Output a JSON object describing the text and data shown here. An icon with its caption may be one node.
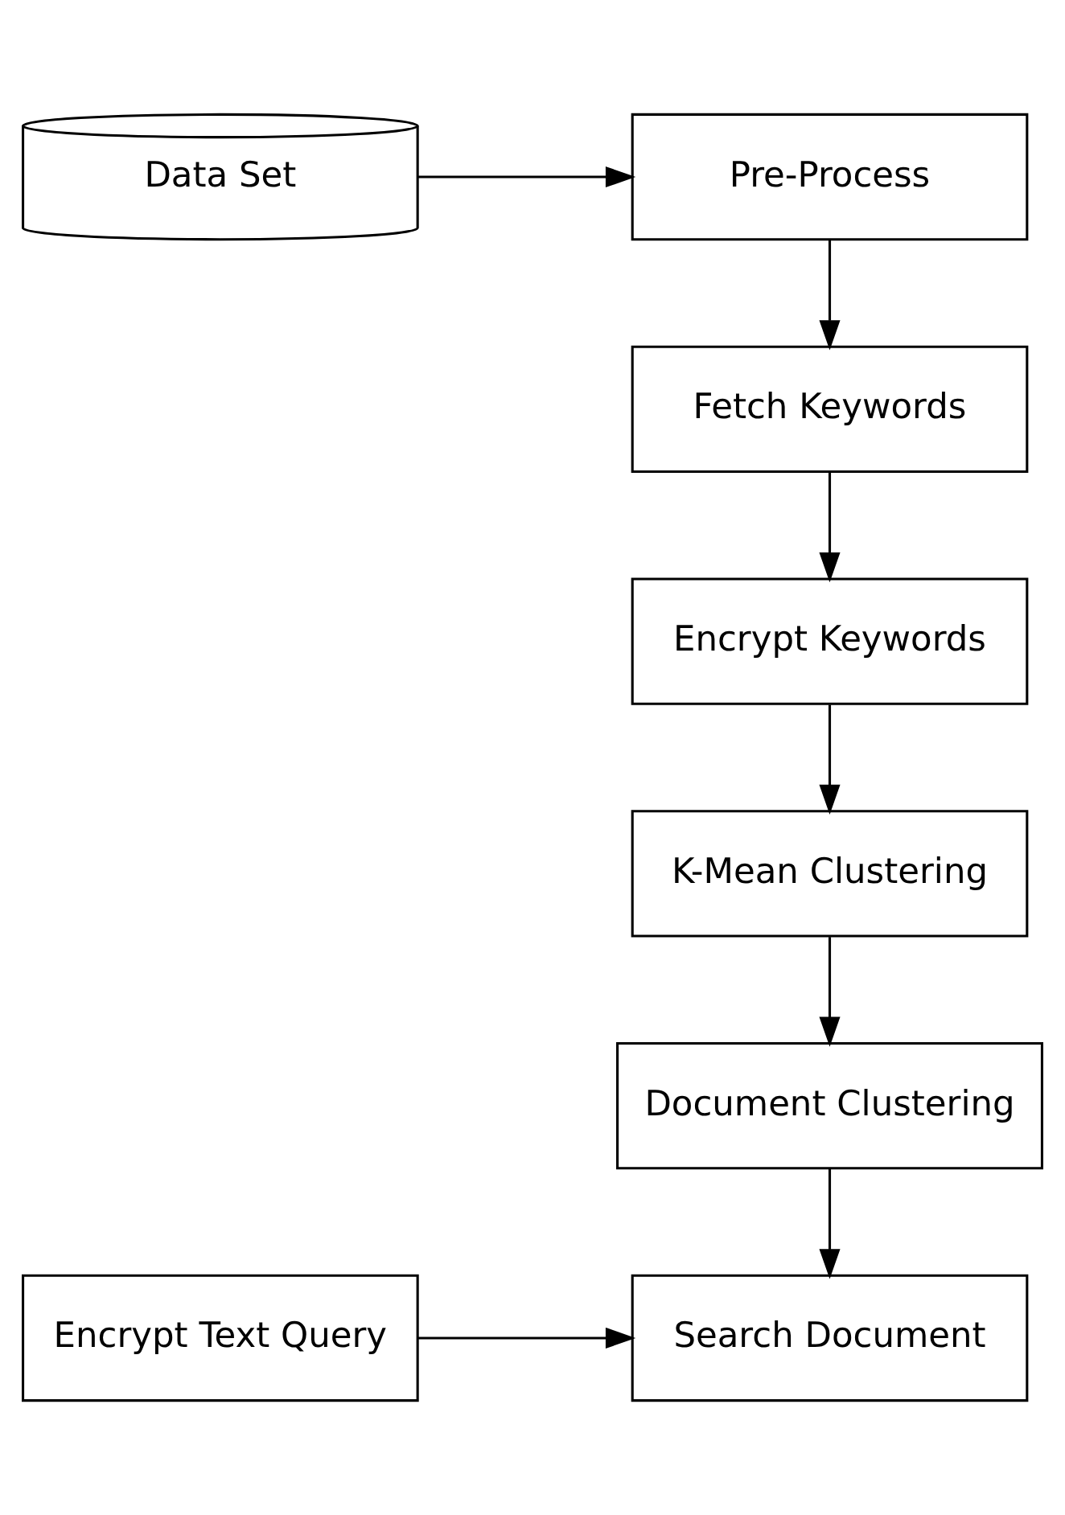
{
  "diagram": {
    "nodes": [
      {
        "text": [
          "Data Set"
        ]
      },
      {
        "text": [
          "Pre-Process"
        ]
      },
      {
        "text": [
          "Fetch Keywords"
        ]
      },
      {
        "text": [
          "Encrypt Keywords"
        ]
      },
      {
        "text": [
          "K-Mean Clustering"
        ]
      },
      {
        "text": [
          "Document Clustering"
        ]
      },
      {
        "text": [
          "Encrypt Text Query"
        ]
      },
      {
        "text": [
          "Search Document"
        ]
      }
    ],
    "edges": [
      {
        "from": 0,
        "to": 1,
        "arrow": "to"
      },
      {
        "from": 1,
        "to": 2,
        "arrow": "to"
      },
      {
        "from": 2,
        "to": 3,
        "arrow": "to"
      },
      {
        "from": 3,
        "to": 4,
        "arrow": "to"
      },
      {
        "from": 4,
        "to": 5,
        "arrow": "to"
      },
      {
        "from": 5,
        "to": 7,
        "arrow": "to"
      },
      {
        "from": 6,
        "to": 7,
        "arrow": "to"
      }
    ]
  }
}
